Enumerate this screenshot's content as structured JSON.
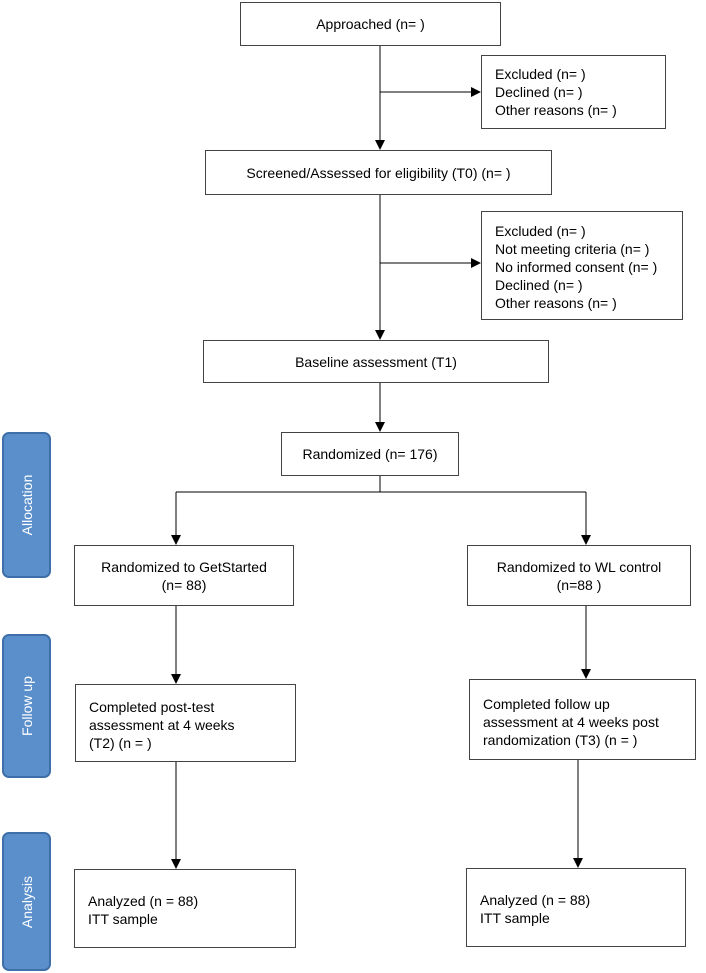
{
  "phases": {
    "allocation": "Allocation",
    "followup": "Follow up",
    "analysis": "Analysis"
  },
  "approached": {
    "line1": "Approached (n= )"
  },
  "excluded1": {
    "lines": [
      "Excluded (n= )",
      "Declined (n= )",
      "Other reasons (n= )"
    ]
  },
  "screened": {
    "line1": "Screened/Assessed for eligibility (T0) (n= )"
  },
  "excluded2": {
    "lines": [
      "Excluded (n= )",
      "Not meeting criteria (n= )",
      "No informed consent (n= )",
      "Declined (n= )",
      "Other reasons (n= )"
    ]
  },
  "baseline": {
    "line1": "Baseline assessment (T1)"
  },
  "randomized": {
    "line1": "Randomized (n= 176)"
  },
  "arm_getstarted": {
    "alloc": [
      "Randomized to GetStarted",
      "(n= 88)"
    ],
    "followup": [
      "Completed post-test",
      "assessment at 4 weeks",
      "(T2) (n = )"
    ],
    "analysis": [
      "Analyzed (n = 88)",
      "ITT sample"
    ]
  },
  "arm_wl": {
    "alloc": [
      "Randomized to WL control",
      "(n=88 )"
    ],
    "followup": [
      "Completed follow up",
      "assessment at 4 weeks post",
      "randomization (T3) (n = )"
    ],
    "analysis": [
      "Analyzed (n = 88)",
      "ITT sample"
    ]
  },
  "colors": {
    "tab_fill": "#5b8fcc",
    "tab_border": "#3f6fa8",
    "line": "#000000",
    "box_border": "#444444"
  }
}
